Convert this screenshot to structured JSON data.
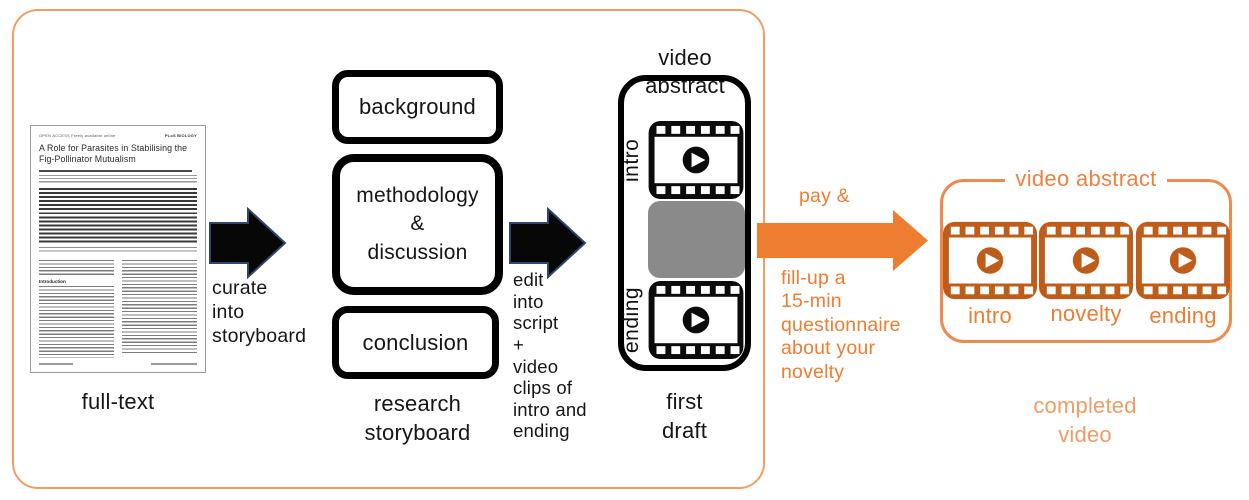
{
  "paper": {
    "header_left": "OPEN ACCESS Freely available online",
    "header_right": "PLoS BIOLOGY",
    "title": "A Role for Parasites in Stabilising the Fig-Pollinator Mutualism",
    "section_heading": "Introduction",
    "caption": "full-text"
  },
  "step_curate": {
    "label": "curate\ninto\nstoryboard"
  },
  "storyboard": {
    "box1": "background",
    "box2": "methodology\n&\ndiscussion",
    "box3": "conclusion",
    "caption": "research\nstoryboard"
  },
  "step_edit": {
    "label": "edit\ninto\nscript\n+\nvideo\nclips of\nintro and\nending"
  },
  "first_draft": {
    "title_line1": "video",
    "title_line2": "abstract",
    "intro_label": "intro",
    "ending_label": "ending",
    "caption": "first\ndraft"
  },
  "step_pay": {
    "label_above": "pay &",
    "label_below": "fill-up a\n15-min\nquestionnaire\nabout your\nnovelty"
  },
  "completed": {
    "title": "video abstract",
    "labels": [
      "intro",
      "novelty",
      "ending"
    ],
    "caption": "completed\nvideo"
  },
  "colors": {
    "arrow_orange": "#ED7D31",
    "strip_orange": "#C05C1A",
    "outline_orange": "#F09E63",
    "completed_caption_orange": "#F29B63",
    "gray_clip": "#8A8A8A",
    "black": "#0B0B0B"
  }
}
